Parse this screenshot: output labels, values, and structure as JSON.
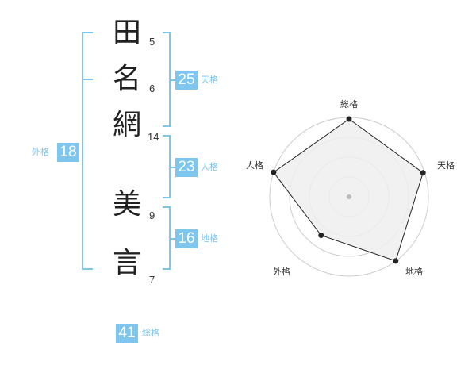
{
  "name_chars": [
    {
      "char": "田",
      "strokes": "5"
    },
    {
      "char": "名",
      "strokes": "6"
    },
    {
      "char": "網",
      "strokes": "14"
    },
    {
      "char": "美",
      "strokes": "9"
    },
    {
      "char": "言",
      "strokes": "7"
    }
  ],
  "fortunes": {
    "tenkaku": {
      "value": "25",
      "label": "天格"
    },
    "jinkaku": {
      "value": "23",
      "label": "人格"
    },
    "chikaku": {
      "value": "16",
      "label": "地格"
    },
    "gaikaku": {
      "value": "18",
      "label": "外格"
    },
    "soukaku": {
      "value": "41",
      "label": "総格"
    }
  },
  "radar": {
    "axes": [
      "総格",
      "天格",
      "地格",
      "外格",
      "人格"
    ],
    "values": [
      0.98,
      0.98,
      1.0,
      0.6,
      1.0
    ],
    "rings": 4,
    "line_color": "#222222",
    "fill_color": "#eeeeee",
    "ring_color": "#cccccc"
  },
  "colors": {
    "accent": "#7fc6ef"
  }
}
